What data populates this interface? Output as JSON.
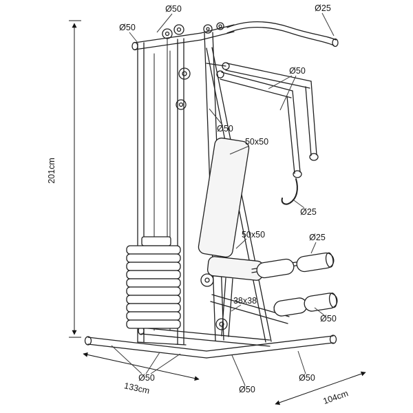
{
  "title": "Home multi-gym technical line diagram with tube dimensions",
  "labels": {
    "top_tube": "Ø50",
    "top_left_tube": "Ø50",
    "lat_bar": "Ø25",
    "press_arm": "Ø50",
    "main_column": "Ø50",
    "upright_profile": "50x50",
    "handle_hook": "Ø25",
    "seat_profile": "50x50",
    "roller_axle": "Ø25",
    "leg_profile": "38x38",
    "roller_foam": "Ø50",
    "base_left": "Ø50",
    "base_center": "Ø50",
    "base_right": "Ø50"
  },
  "dimensions": {
    "height": "201cm",
    "depth": "133cm",
    "width": "104cm"
  },
  "colors": {
    "line": "#1f1f1f",
    "pad_fill": "#f5f5f5"
  }
}
